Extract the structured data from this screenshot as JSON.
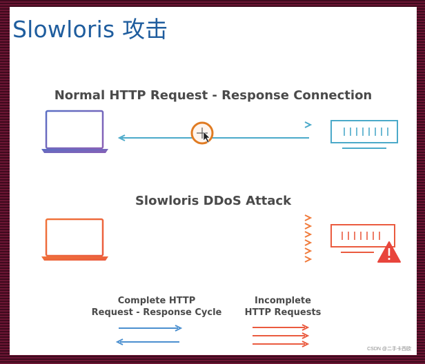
{
  "title": "Slowloris 攻击",
  "diagram": {
    "normal_heading": "Normal HTTP Request - Response Connection",
    "attack_heading": "Slowloris DDoS Attack",
    "legend": {
      "complete_label": "Complete HTTP\nRequest - Response Cycle",
      "incomplete_label": "Incomplete\nHTTP Requests"
    }
  },
  "watermark": "CSDN @二手卡西欧",
  "colors": {
    "title_blue": "#1f5d9e",
    "normal_blue": "#4aa9c9",
    "normal_purple": "#6a5bb0",
    "attack_orange": "#f0743a",
    "attack_red": "#e8453c",
    "cursor_ring": "#e07b22"
  }
}
